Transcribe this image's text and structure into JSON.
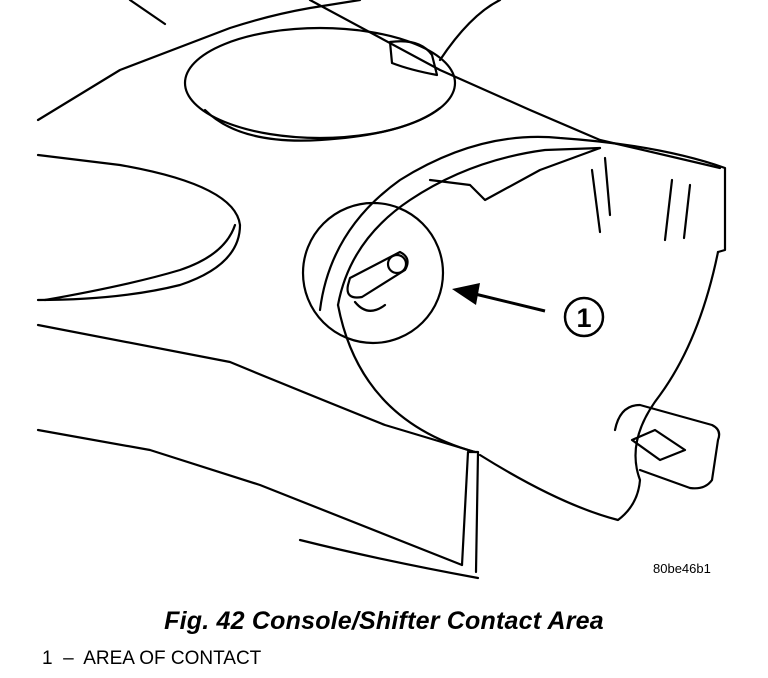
{
  "figure": {
    "id_code": "80be46b1",
    "caption": "Fig. 42 Console/Shifter Contact Area"
  },
  "callouts": [
    {
      "number": "1",
      "description": "AREA OF CONTACT"
    }
  ],
  "legend": [
    {
      "number": "1",
      "separator": "–",
      "text": "AREA OF CONTACT"
    }
  ]
}
